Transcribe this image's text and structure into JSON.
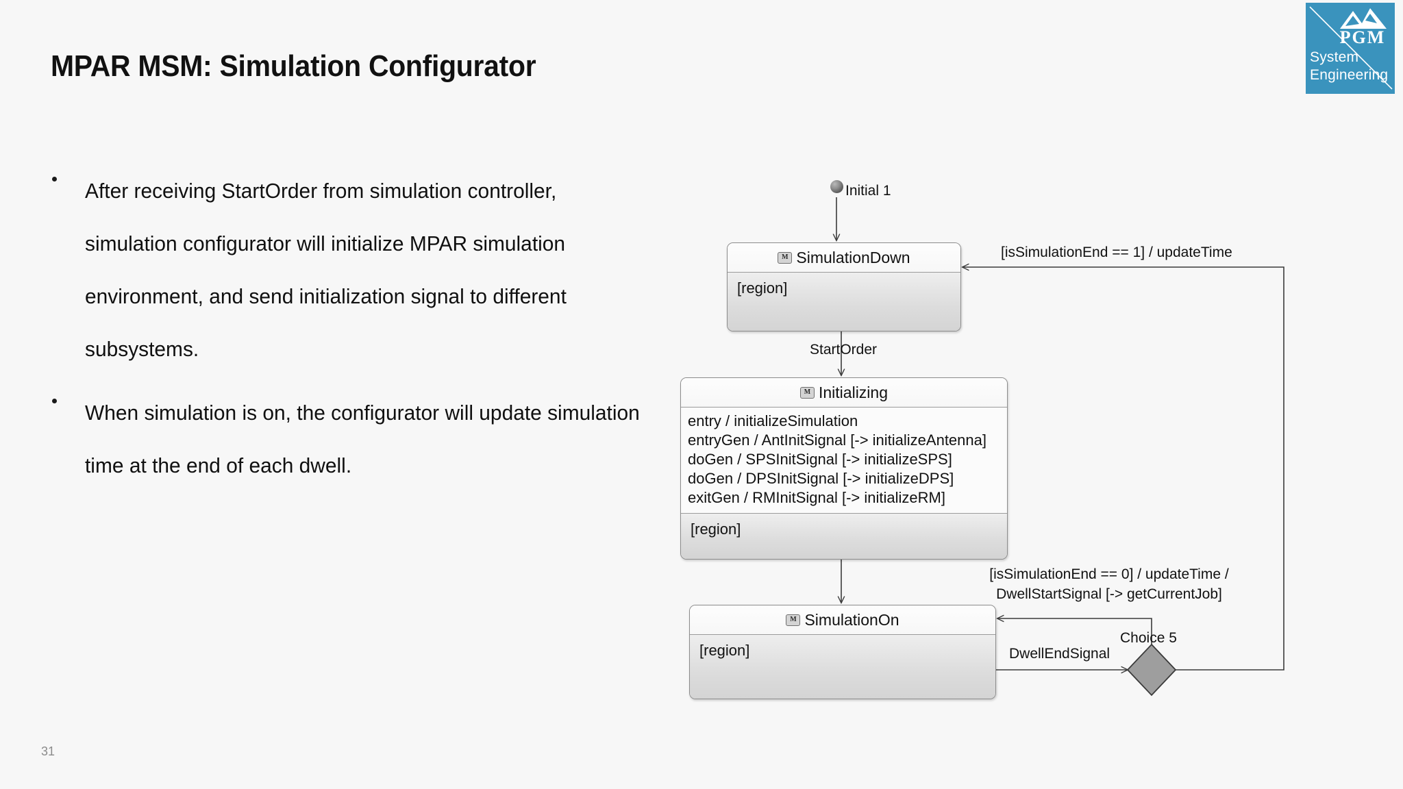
{
  "slide": {
    "title": "MPAR MSM: Simulation Configurator",
    "page_number": "31",
    "background_color": "#f7f7f7"
  },
  "logo": {
    "brand": "PGM",
    "line1": "System",
    "line2": "Engineering",
    "background_color": "#3a93bd",
    "text_color": "#ffffff"
  },
  "bullets": [
    "After receiving StartOrder from simulation controller, simulation configurator will initialize MPAR simulation environment, and send initialization signal to different subsystems.",
    "When simulation is on, the configurator will update simulation time at the end of each dwell."
  ],
  "diagram": {
    "type": "state-machine",
    "initial_node_label": "Initial 1",
    "states": [
      {
        "name": "SimulationDown",
        "badge": "M",
        "actions": [],
        "region_label": "[region]"
      },
      {
        "name": "Initializing",
        "badge": "M",
        "actions": [
          "entry / initializeSimulation",
          "entryGen / AntInitSignal [-> initializeAntenna]",
          "doGen / SPSInitSignal [-> initializeSPS]",
          "doGen / DPSInitSignal [-> initializeDPS]",
          "exitGen / RMInitSignal [-> initializeRM]"
        ],
        "region_label": "[region]"
      },
      {
        "name": "SimulationOn",
        "badge": "M",
        "actions": [],
        "region_label": "[region]"
      }
    ],
    "choice_node": {
      "label": "Choice  5",
      "fill_color": "#9e9e9e"
    },
    "transitions": [
      {
        "from": "Initial 1",
        "to": "SimulationDown",
        "label": ""
      },
      {
        "from": "SimulationDown",
        "to": "Initializing",
        "label": "StartOrder"
      },
      {
        "from": "Initializing",
        "to": "SimulationOn",
        "label": ""
      },
      {
        "from": "SimulationOn",
        "to": "Choice  5",
        "label": "DwellEndSignal"
      },
      {
        "from": "Choice  5",
        "to": "SimulationOn",
        "label": "[isSimulationEnd == 0]  / updateTime /\nDwellStartSignal [-> getCurrentJob]"
      },
      {
        "from": "Choice  5",
        "to": "SimulationDown",
        "label": "[isSimulationEnd == 1]  / updateTime"
      }
    ],
    "labels": {
      "start_order": "StartOrder",
      "dwell_end_signal": "DwellEndSignal",
      "choice": "Choice  5",
      "sim_end_1_line1": "[isSimulationEnd == 1]  / updateTime",
      "sim_end_0_line1": "[isSimulationEnd == 0]  / updateTime /",
      "sim_end_0_line2": "DwellStartSignal [-> getCurrentJob]"
    }
  }
}
